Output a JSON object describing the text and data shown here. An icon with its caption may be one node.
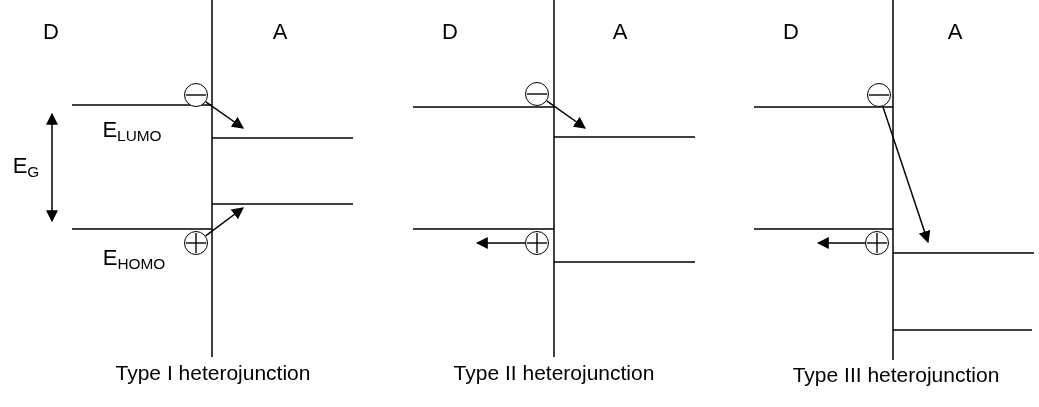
{
  "diagram": {
    "nodes": [
      {
        "text": [],
        "shape": "circle"
      },
      {
        "text": [],
        "shape": "circle"
      },
      {
        "text": [],
        "shape": "circle"
      },
      {
        "text": [],
        "shape": "circle"
      },
      {
        "text": [],
        "shape": "circle"
      },
      {
        "text": [],
        "shape": "circle"
      }
    ],
    "edges": [
      {
        "from": 0,
        "to": null,
        "arrow": "to"
      },
      {
        "from": 1,
        "to": null,
        "arrow": "to"
      },
      {
        "from": 2,
        "to": null,
        "arrow": "to"
      },
      {
        "from": 3,
        "to": null,
        "arrow": "to"
      },
      {
        "from": 4,
        "to": null,
        "arrow": "to"
      },
      {
        "from": 5,
        "to": null,
        "arrow": "to"
      }
    ],
    "labels": [
      "D",
      "A",
      "D",
      "A",
      "D",
      "A",
      "E$_{LUMO}$",
      "E$_{G}$",
      "E$_{HOMO}$",
      "Type I heterojunction",
      "Type II heterojunction",
      "Type III heterojunction"
    ]
  }
}
